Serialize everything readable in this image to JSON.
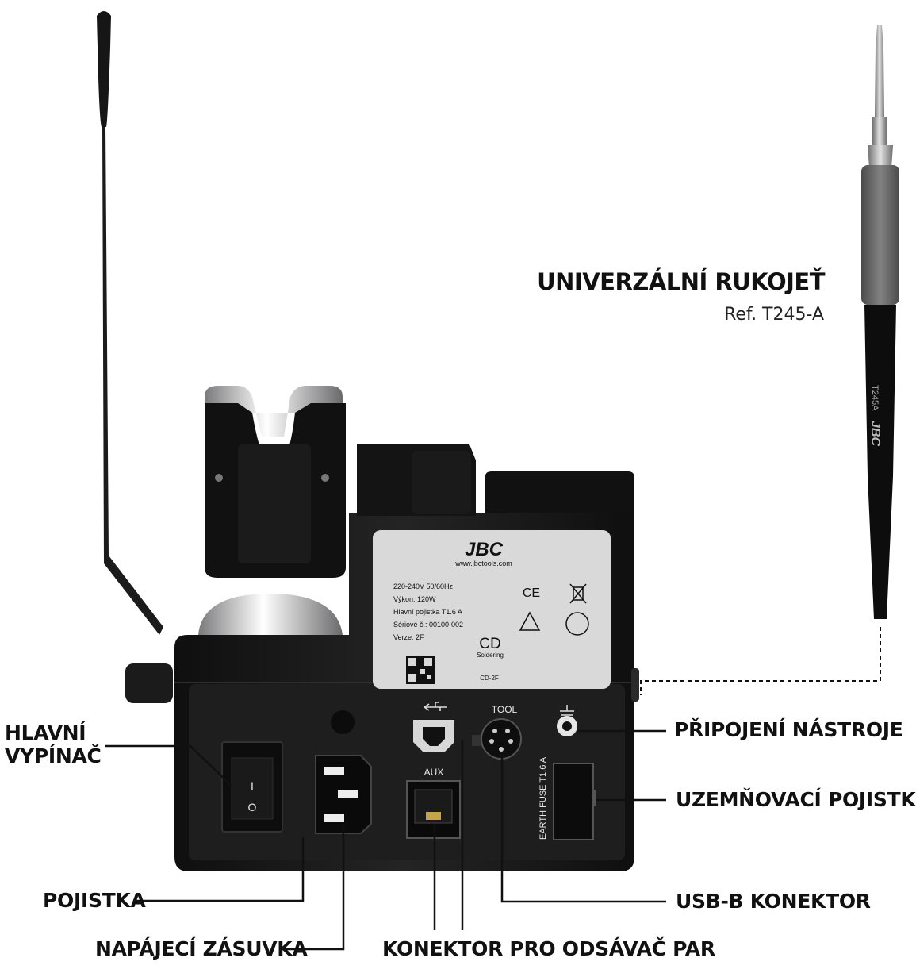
{
  "handle": {
    "title": "UNIVERZÁLNÍ RUKOJEŤ",
    "ref": "Ref. T245-A",
    "engraving_model": "T245A",
    "engraving_brand": "JBC"
  },
  "callouts": {
    "main_switch": "HLAVNÍ\nVYPÍNAČ",
    "fuse": "POJISTKA",
    "power_socket": "NAPÁJECÍ ZÁSUVKA",
    "fume_extractor": "KONEKTOR PRO ODSÁVAČ PAR",
    "usb": "USB-B KONEKTOR",
    "earth_fuse": "UZEMŇOVACÍ POJISTKA",
    "tool_connection": "PŘIPOJENÍ NÁSTROJE"
  },
  "label_plate": {
    "brand": "JBC",
    "website": "www.jbctools.com",
    "lines": [
      "220-240V 50/60Hz",
      "Výkon: 120W",
      "Hlavní pojistka T1.6 A",
      "Sériové č.: 00100-002",
      "Verze: 2F"
    ],
    "model_big": "CD",
    "model_sub": "Soldering",
    "model_code": "CD-2F",
    "ce_mark": "CE"
  },
  "ports": {
    "aux": "AUX",
    "tool": "TOOL",
    "earth_fuse": "EARTH FUSE T1.6 A",
    "switch_on": "I",
    "switch_off": "O"
  },
  "colors": {
    "body": "#1b1b1c",
    "plate": "#d9d9da",
    "handle_grip": "#6a6a6b",
    "line": "#111111"
  }
}
